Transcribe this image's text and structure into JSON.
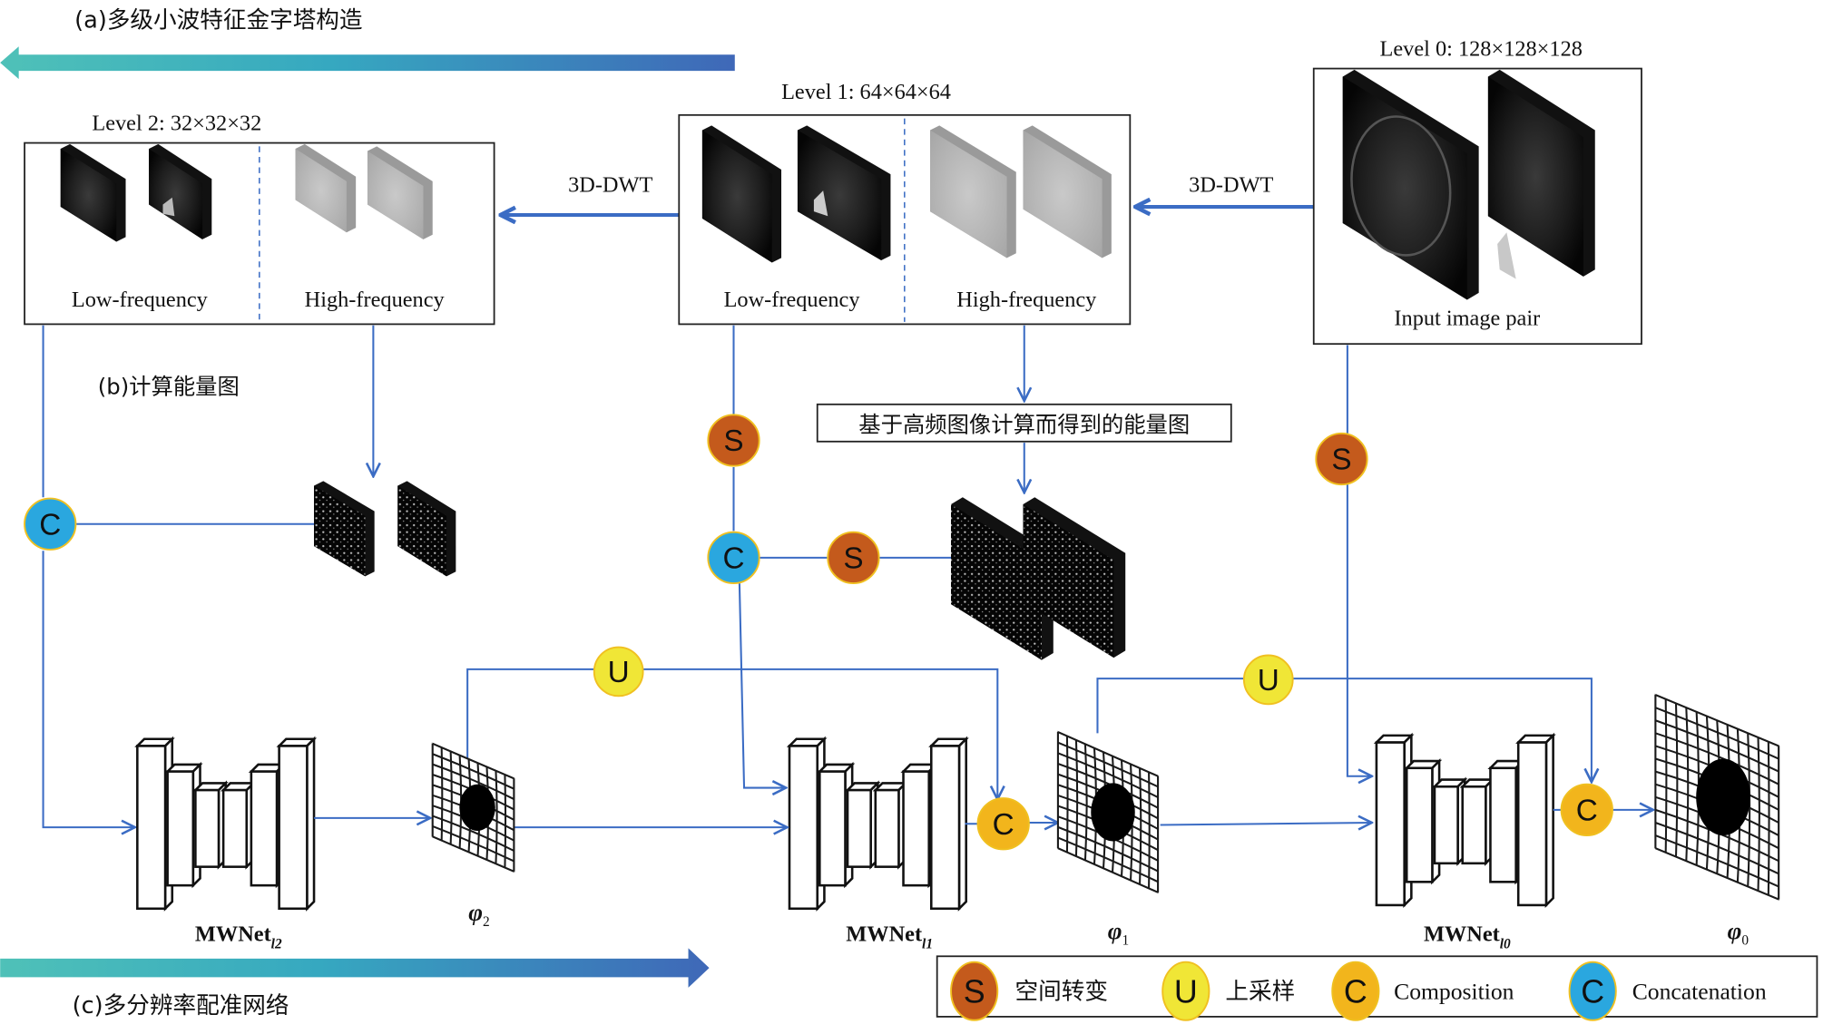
{
  "titles": {
    "pyramid": "(a)多级小波特征金字塔构造",
    "energy": "(b)计算能量图",
    "network": "(c)多分辨率配准网络"
  },
  "levels": [
    {
      "label": "Level 0: 128×128×128",
      "caption": "Input image pair"
    },
    {
      "label": "Level 1: 64×64×64",
      "low": "Low-frequency",
      "high": "High-frequency"
    },
    {
      "label": "Level 2: 32×32×32",
      "low": "Low-frequency",
      "high": "High-frequency"
    }
  ],
  "transforms": {
    "dwt_1": "3D-DWT",
    "dwt_2": "3D-DWT"
  },
  "energy_note": "基于高频图像计算而得到的能量图",
  "ops": {
    "spatial": "S",
    "upsample": "U",
    "composition": "C",
    "concat": "C"
  },
  "networks": [
    {
      "name": "MWNet",
      "sub": "l2"
    },
    {
      "name": "MWNet",
      "sub": "l1"
    },
    {
      "name": "MWNet",
      "sub": "l0"
    }
  ],
  "fields": [
    {
      "name": "φ",
      "sub": "2"
    },
    {
      "name": "φ",
      "sub": "1"
    },
    {
      "name": "φ",
      "sub": "0"
    }
  ],
  "legend": [
    {
      "symbol": "S",
      "label": "空间转变",
      "color": "#c45a1c"
    },
    {
      "symbol": "U",
      "label": "上采样",
      "color": "#f0e636"
    },
    {
      "symbol": "C",
      "label": "Composition",
      "color": "#f2b51c"
    },
    {
      "symbol": "C",
      "label": "Concatenation",
      "color": "#2aa7df"
    }
  ],
  "colors": {
    "line": "#3b6cc4",
    "spatial": "#c45a1c",
    "upsample": "#f0e636",
    "composition": "#f2b51c",
    "concat": "#2aa7df",
    "arrow_start": "#4fc1b8",
    "arrow_end": "#3f68b8"
  }
}
